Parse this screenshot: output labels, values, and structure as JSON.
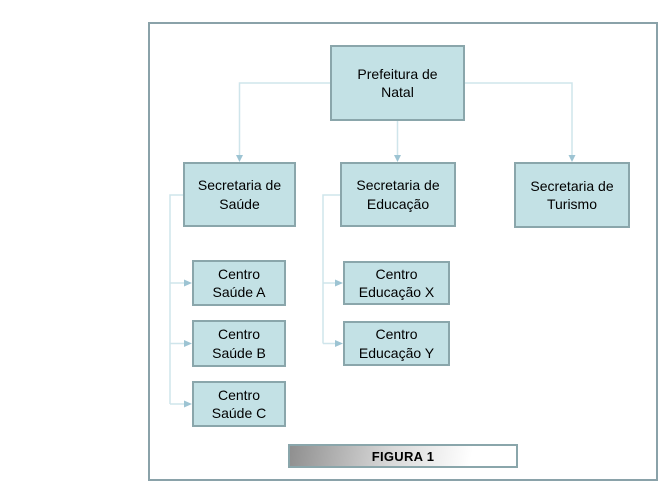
{
  "figure": {
    "label": "FIGURA 1"
  },
  "org_chart": {
    "root": {
      "label": "Prefeitura de Natal",
      "lines": [
        "Prefeitura de",
        "Natal"
      ]
    },
    "secretarias": [
      {
        "label": "Secretaria de Saúde",
        "lines": [
          "Secretaria de",
          "Saúde"
        ]
      },
      {
        "label": "Secretaria de Educação",
        "lines": [
          "Secretaria de",
          "Educação"
        ]
      },
      {
        "label": "Secretaria de Turismo",
        "lines": [
          "Secretaria de",
          "Turismo"
        ]
      }
    ],
    "centros_saude": [
      {
        "label": "Centro Saúde A",
        "lines": [
          "Centro",
          "Saúde A"
        ]
      },
      {
        "label": "Centro Saúde B",
        "lines": [
          "Centro",
          "Saúde B"
        ]
      },
      {
        "label": "Centro Saúde C",
        "lines": [
          "Centro",
          "Saúde C"
        ]
      }
    ],
    "centros_educacao": [
      {
        "label": "Centro Educação X",
        "lines": [
          "Centro",
          "Educação X"
        ]
      },
      {
        "label": "Centro Educação Y",
        "lines": [
          "Centro",
          "Educação Y"
        ]
      }
    ]
  },
  "colors": {
    "node_fill": "#c3e1e5",
    "node_border": "#8aa6ab",
    "frame_border": "#8aa2a9",
    "connector": "#cfe5eb",
    "arrow": "#9dc4d3",
    "banner_gradient_start": "#8f8f8f",
    "banner_gradient_end": "#ffffff",
    "text": "#000000"
  }
}
